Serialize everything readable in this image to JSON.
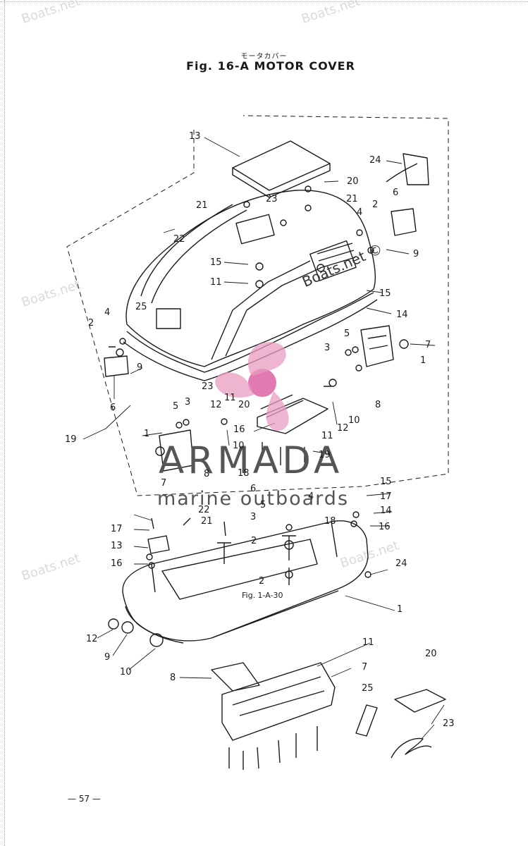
{
  "header": {
    "title_jp": "モータカバー",
    "title": "Fig. 16-A  MOTOR COVER"
  },
  "cross_reference": "Fig. 1-A-30",
  "page_number": "— 57 —",
  "watermarks": {
    "site": "Boats.net",
    "site_main": "Boats.net ©",
    "brand": "ARMADA",
    "brand_sub": "marine outboards"
  },
  "colors": {
    "ink": "#1a1a1a",
    "logo_pink": "#e99bbf",
    "watermark_grey": "#d8d8d8"
  },
  "callouts": {
    "upper": [
      "13",
      "24",
      "20",
      "21",
      "23",
      "21",
      "6",
      "2",
      "4",
      "22",
      "9",
      "15",
      "11",
      "15",
      "14",
      "4",
      "25",
      "2",
      "7",
      "1",
      "5",
      "3",
      "8",
      "9",
      "23",
      "6",
      "12",
      "11",
      "20",
      "10",
      "16",
      "12",
      "11",
      "5",
      "3",
      "19",
      "19",
      "1",
      "10",
      "8",
      "18",
      "7"
    ],
    "lower": [
      "15",
      "6",
      "4",
      "17",
      "22",
      "5",
      "14",
      "21",
      "18",
      "3",
      "16",
      "17",
      "2",
      "13",
      "16",
      "24",
      "2",
      "1",
      "12",
      "9",
      "11",
      "10",
      "7",
      "8",
      "25",
      "20",
      "23"
    ]
  }
}
